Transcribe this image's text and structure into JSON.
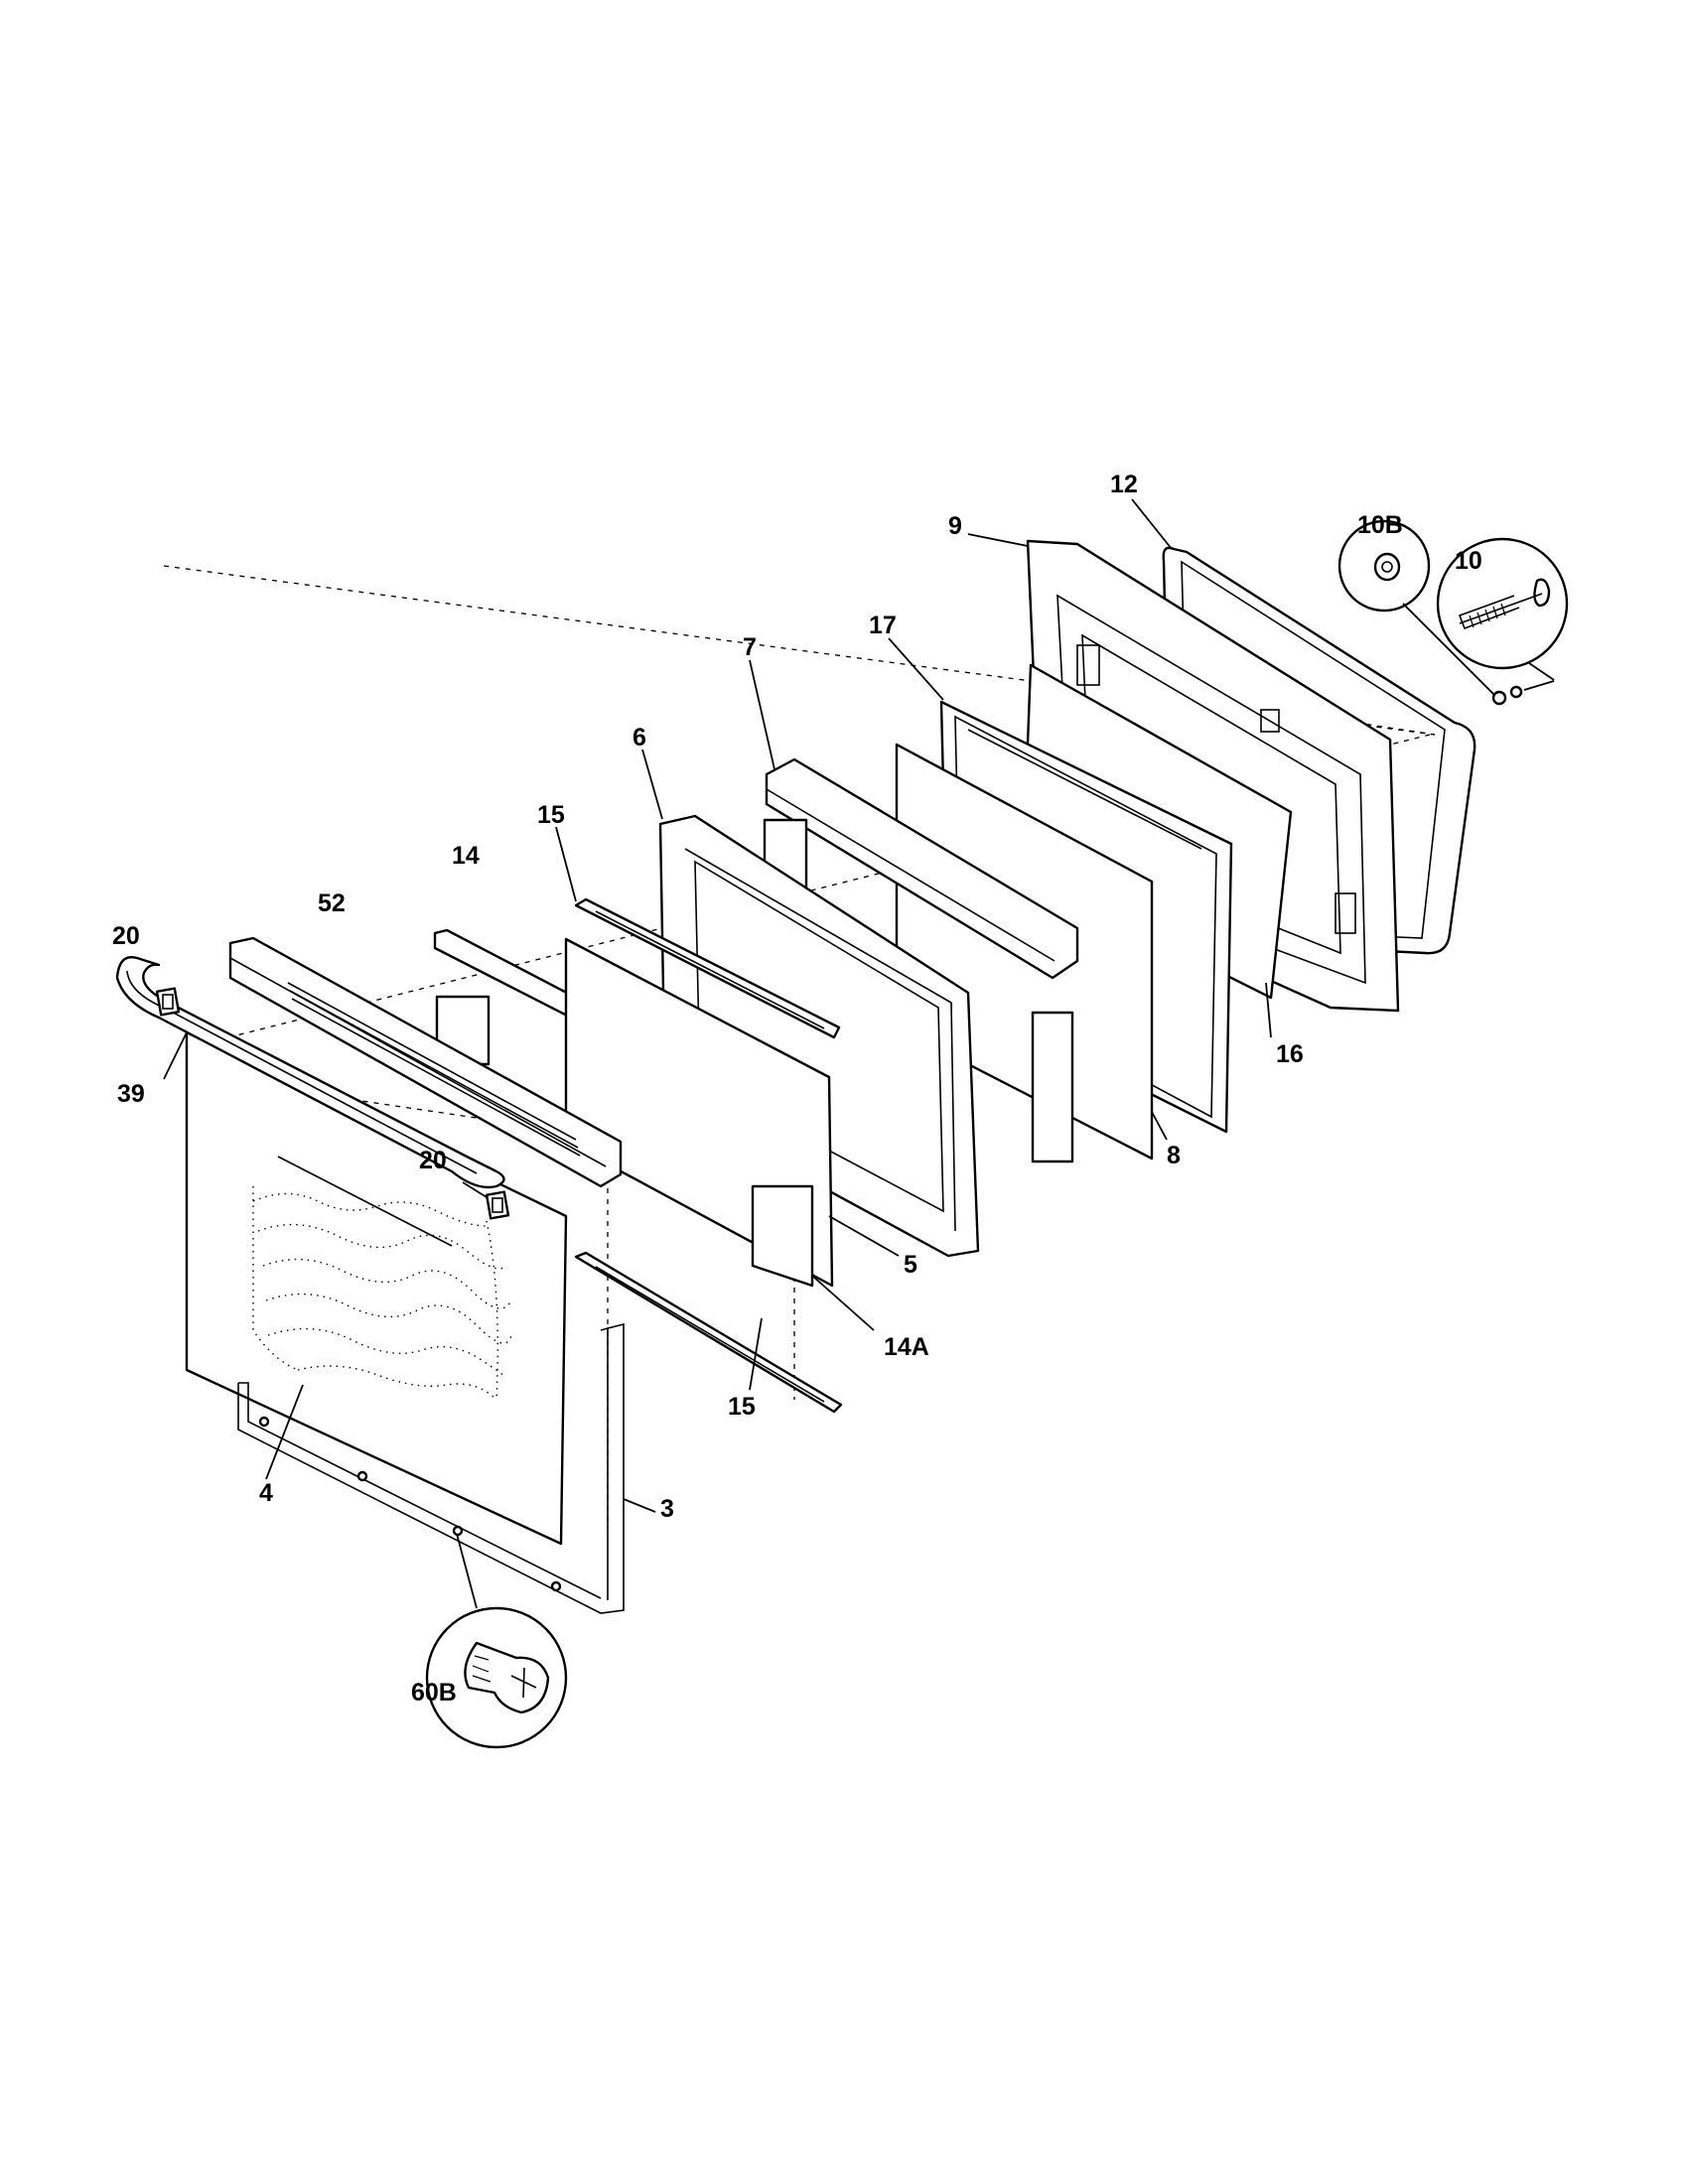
{
  "diagram": {
    "callouts": {
      "p12": "12",
      "p9": "9",
      "p10b": "10B",
      "p10": "10",
      "p7": "7",
      "p17": "17",
      "p6": "6",
      "p15_top": "15",
      "p14": "14",
      "p52": "52",
      "p20_left": "20",
      "p16": "16",
      "p8": "8",
      "p39": "39",
      "p20_mid": "20",
      "p5": "5",
      "p14a": "14A",
      "p15_bottom": "15",
      "p4": "4",
      "p3": "3",
      "p60b": "60B"
    }
  }
}
